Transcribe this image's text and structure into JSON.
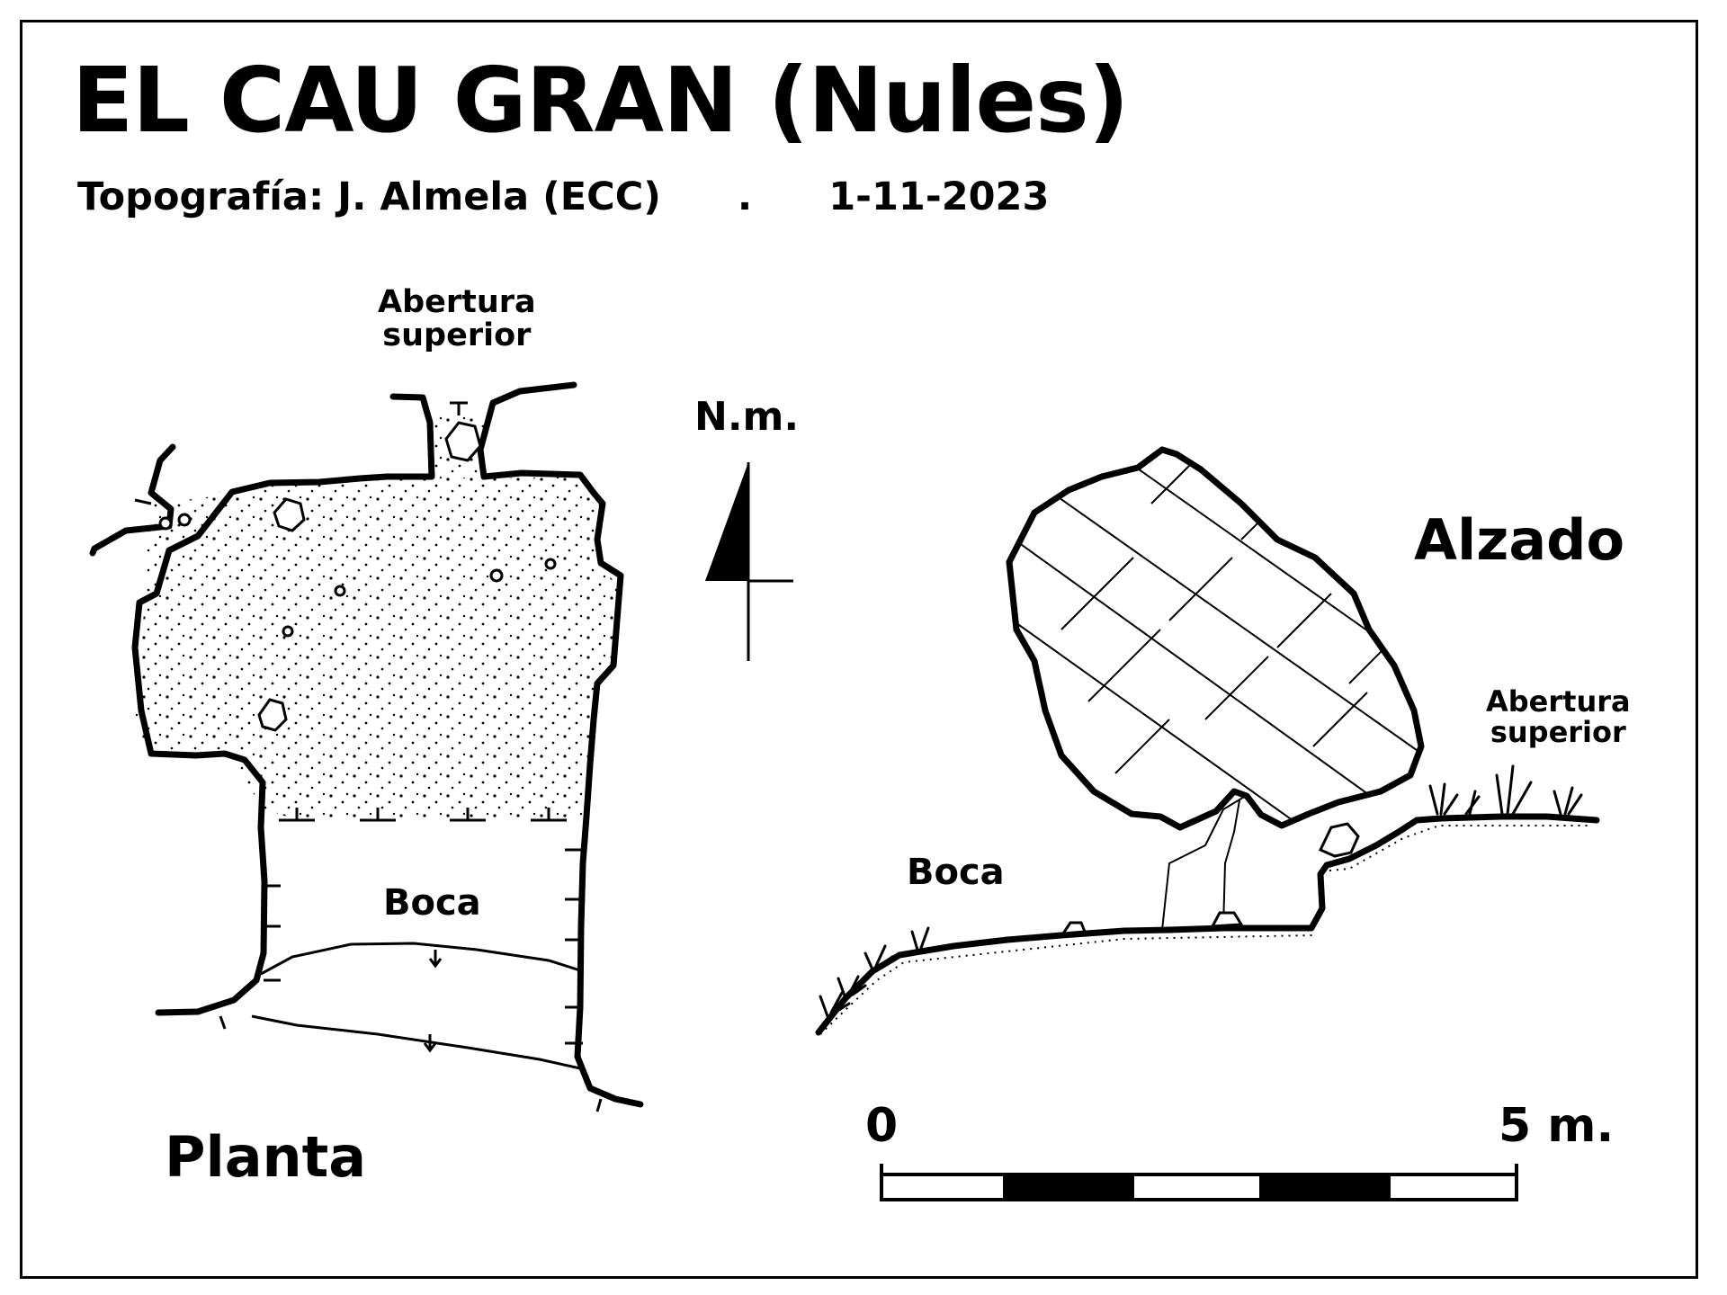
{
  "title": "EL CAU GRAN (Nules)",
  "credits": {
    "surveyor": "Topografía: J. Almela  (ECC)",
    "separator": ".",
    "date": "1-11-2023"
  },
  "plan": {
    "label": "Planta",
    "upper_opening": [
      "Abertura",
      "superior"
    ],
    "entrance": "Boca"
  },
  "north": {
    "label": "N.m."
  },
  "elevation": {
    "label": "Alzado",
    "upper_opening": [
      "Abertura",
      "superior"
    ],
    "entrance": "Boca"
  },
  "scale": {
    "start": "0",
    "end": "5 m."
  }
}
